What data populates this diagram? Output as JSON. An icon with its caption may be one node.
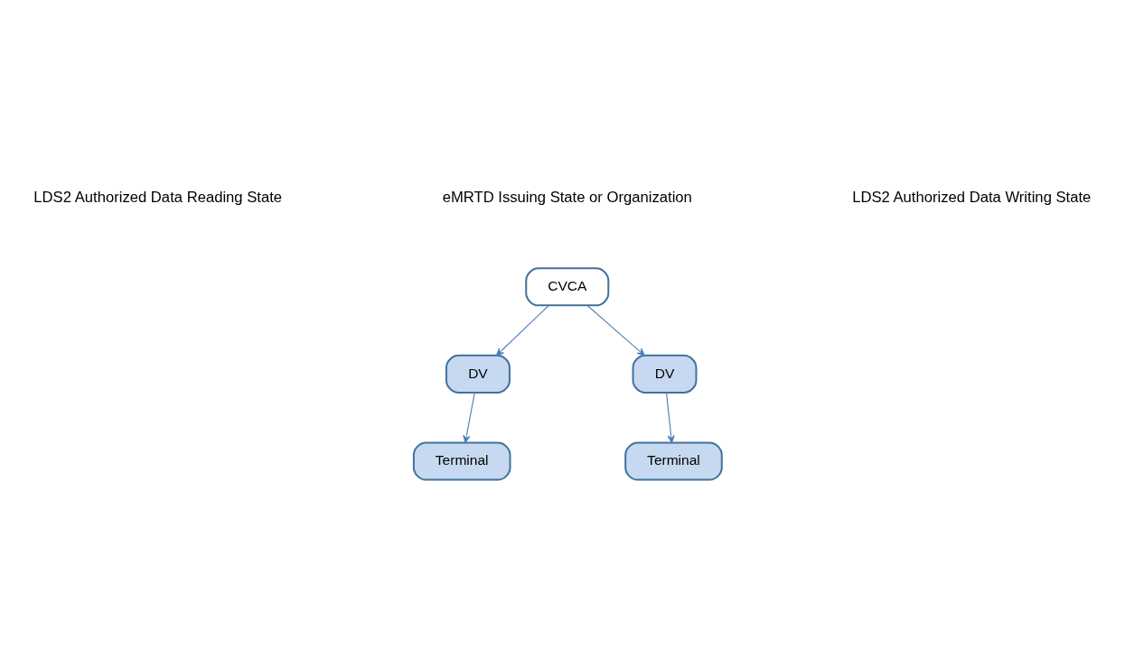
{
  "diagram": {
    "nodes": [
      {
        "text": [
          "CVCA"
        ]
      },
      {
        "text": [
          "DV"
        ]
      },
      {
        "text": [
          "Terminal"
        ]
      },
      {
        "text": [
          "DV"
        ]
      },
      {
        "text": [
          "Terminal"
        ]
      }
    ],
    "edges": [
      {
        "from": 0,
        "to": 1,
        "arrow": "to"
      },
      {
        "from": 0,
        "to": 3,
        "arrow": "to"
      },
      {
        "from": 1,
        "to": 2,
        "arrow": "to"
      },
      {
        "from": 3,
        "to": 4,
        "arrow": "to"
      }
    ],
    "labels": [
      "LDS2 Authorized Data Reading State",
      "eMRTD Issuing State or Organization",
      "LDS2 Authorized Data Writing State"
    ]
  }
}
